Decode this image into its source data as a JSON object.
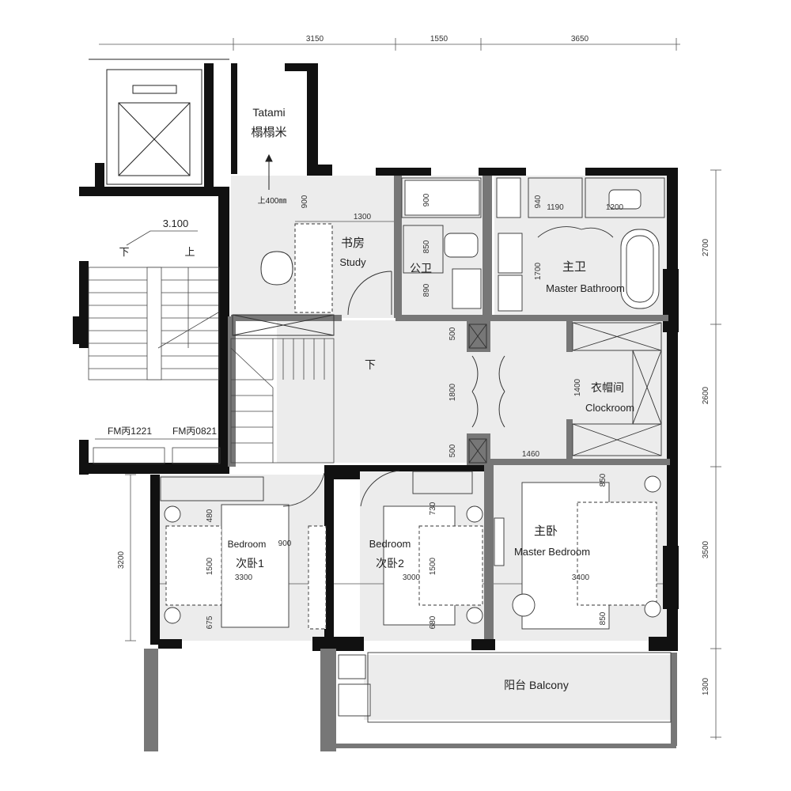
{
  "rooms": {
    "tatami": {
      "en": "Tatami",
      "zh": "榻榻米",
      "note": "上400㎜"
    },
    "study": {
      "zh": "书房",
      "en": "Study"
    },
    "public_bath": {
      "zh": "公卫"
    },
    "master_bath": {
      "zh": "主卫",
      "en": "Master Bathroom"
    },
    "clockroom": {
      "zh": "衣帽间",
      "en": "Clockroom"
    },
    "bedroom1": {
      "en": "Bedroom",
      "zh": "次卧1"
    },
    "bedroom2": {
      "en": "Bedroom",
      "zh": "次卧2"
    },
    "master_bedroom": {
      "zh": "主卧",
      "en": "Master Bedroom"
    },
    "balcony": {
      "label": "阳台  Balcony"
    }
  },
  "stairs": {
    "level": "3.100",
    "down": "下",
    "up": "上",
    "hall_down": "下"
  },
  "doors": {
    "fm1": "FM丙1221",
    "fm2": "FM丙0821"
  },
  "dimensions": {
    "top": [
      "3150",
      "1550",
      "3650"
    ],
    "right": [
      "2700",
      "2600",
      "3500",
      "1300"
    ],
    "left": [
      "3200"
    ],
    "study_width": "1300",
    "study_depth": "900",
    "bath_a": "900",
    "bath_b": "850",
    "bath_c": "890",
    "bath_d": "940",
    "bath_e": "1190",
    "bath_f": "1200",
    "master_bath_h": "1700",
    "hall_a": "500",
    "hall_b": "1800",
    "hall_c": "500",
    "clock_h": "1400",
    "clock_w": "1460",
    "bed1_a": "480",
    "bed1_b": "900",
    "bed1_c": "1500",
    "bed1_w": "3300",
    "bed1_d": "675",
    "bed2_a": "730",
    "bed2_b": "1500",
    "bed2_w": "3000",
    "bed2_d": "680",
    "mb_a": "850",
    "mb_w": "3400",
    "mb_b": "850"
  }
}
